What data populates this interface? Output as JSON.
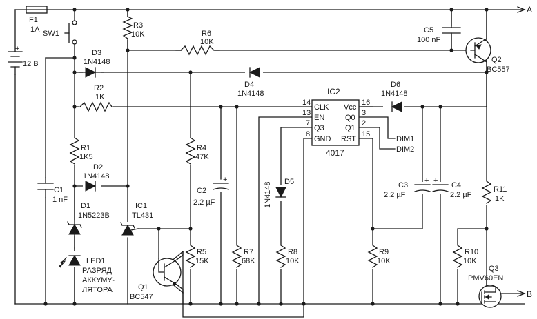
{
  "terminals": {
    "a": "A",
    "b": "B"
  },
  "battery": {
    "plus": "+",
    "value": "12 В"
  },
  "fuse": {
    "ref": "F1",
    "value": "1A"
  },
  "switch": {
    "ref": "SW1"
  },
  "r1": {
    "ref": "R1",
    "value": "1K5"
  },
  "r2": {
    "ref": "R2",
    "value": "1K"
  },
  "r3": {
    "ref": "R3",
    "value": "10K"
  },
  "r4": {
    "ref": "R4",
    "value": "47K"
  },
  "r5": {
    "ref": "R5",
    "value": "15K"
  },
  "r6": {
    "ref": "R6",
    "value": "10K"
  },
  "r7": {
    "ref": "R7",
    "value": "68K"
  },
  "r8": {
    "ref": "R8",
    "value": "10K"
  },
  "r9": {
    "ref": "R9",
    "value": "10K"
  },
  "r10": {
    "ref": "R10",
    "value": "10K"
  },
  "r11": {
    "ref": "R11",
    "value": "1K"
  },
  "c1": {
    "ref": "C1",
    "value": "1 nF"
  },
  "c2": {
    "ref": "C2",
    "value": "2.2 µF",
    "plus": "+"
  },
  "c3": {
    "ref": "C3",
    "value": "2.2 µF",
    "plus": "+"
  },
  "c4": {
    "ref": "C4",
    "value": "2.2 µF",
    "plus": "+"
  },
  "c5": {
    "ref": "C5",
    "value": "100 nF"
  },
  "d1": {
    "ref": "D1",
    "value": "1N5223B"
  },
  "d2": {
    "ref": "D2",
    "value": "1N4148"
  },
  "d3": {
    "ref": "D3",
    "value": "1N4148"
  },
  "d4": {
    "ref": "D4",
    "value": "1N4148"
  },
  "d5": {
    "ref": "D5",
    "value": "1N4148"
  },
  "d6": {
    "ref": "D6",
    "value": "1N4148"
  },
  "led1": {
    "ref": "LED1",
    "line1": "РАЗРЯД",
    "line2": "АККУМУ-",
    "line3": "ЛЯТОРА"
  },
  "ic1": {
    "ref": "IC1",
    "value": "TL431"
  },
  "q1": {
    "ref": "Q1",
    "value": "BC547"
  },
  "q2": {
    "ref": "Q2",
    "value": "BC557"
  },
  "q3": {
    "ref": "Q3",
    "value": "PMV60EN"
  },
  "ic2": {
    "ref": "IC2",
    "part": "4017",
    "pins": {
      "clk": "CLK",
      "en": "EN",
      "q3": "Q3",
      "gnd": "GND",
      "vcc": "Vcc",
      "q0": "Q0",
      "q1": "Q1",
      "rst": "RST"
    },
    "pin_numbers": {
      "clk": "14",
      "en": "13",
      "q3": "7",
      "gnd": "8",
      "vcc": "16",
      "q0": "3",
      "q1": "2",
      "rst": "15"
    }
  },
  "outputs": {
    "dim1": "DIM1",
    "dim2": "DIM2"
  }
}
